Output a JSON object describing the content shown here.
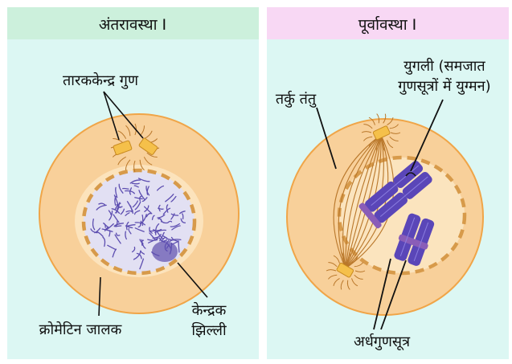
{
  "panels": [
    {
      "title": "अंतरावस्था I",
      "header_color": "#ccf0dc",
      "body_color": "#dcf7f3"
    },
    {
      "title": "पूर्वावस्था I",
      "header_color": "#f8d8f4",
      "body_color": "#dcf7f3"
    }
  ],
  "labels": {
    "centrosome": "तारककेन्द्र गुण",
    "chromatin": "क्रोमेटिन जालक",
    "nuclear_membrane_line1": "केन्द्रक",
    "nuclear_membrane_line2": "झिल्ली",
    "spindle": "तर्कु तंतु",
    "bivalent_line1": "युगली (समजात",
    "bivalent_line2": "गुणसूत्रों में युग्मन)",
    "chromatids": "अर्धगुणसूत्र"
  },
  "colors": {
    "cell_fill": "#f8d09a",
    "cell_outline": "#f0a548",
    "cytoplasm_inner": "#fce7c4",
    "nucleus_fill": "#e2e0f3",
    "chromatin": "#5d4eb0",
    "chromosome": "#5a46b8",
    "centriole": "#f5c04a",
    "spindle": "#b9772a"
  }
}
